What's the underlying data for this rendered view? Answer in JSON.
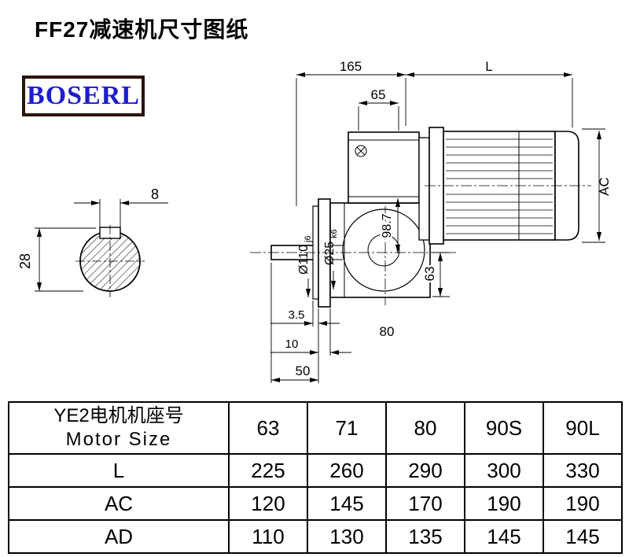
{
  "page": {
    "title": "FF27减速机尺寸图纸",
    "logo_text": "BOSERL"
  },
  "drawing": {
    "dim_165": "165",
    "dim_L": "L",
    "dim_65": "65",
    "dim_AC": "AC",
    "dim_8": "8",
    "dim_28": "28",
    "dim_110": "Ø110",
    "dim_110_tol": "j6",
    "dim_25": "Ø25",
    "dim_25_tol": "k6",
    "dim_987": "98.7",
    "dim_63": "63",
    "dim_35": "3.5",
    "dim_80": "80",
    "dim_10": "10",
    "dim_50": "50"
  },
  "table": {
    "row_header_line1": "YE2电机机座号",
    "row_header_line2": "Motor Size",
    "size_columns": [
      "63",
      "71",
      "80",
      "90S",
      "90L"
    ],
    "rows": [
      {
        "label": "L",
        "values": [
          "225",
          "260",
          "290",
          "300",
          "330"
        ]
      },
      {
        "label": "AC",
        "values": [
          "120",
          "145",
          "170",
          "190",
          "190"
        ]
      },
      {
        "label": "AD",
        "values": [
          "110",
          "130",
          "135",
          "145",
          "145"
        ]
      }
    ]
  }
}
